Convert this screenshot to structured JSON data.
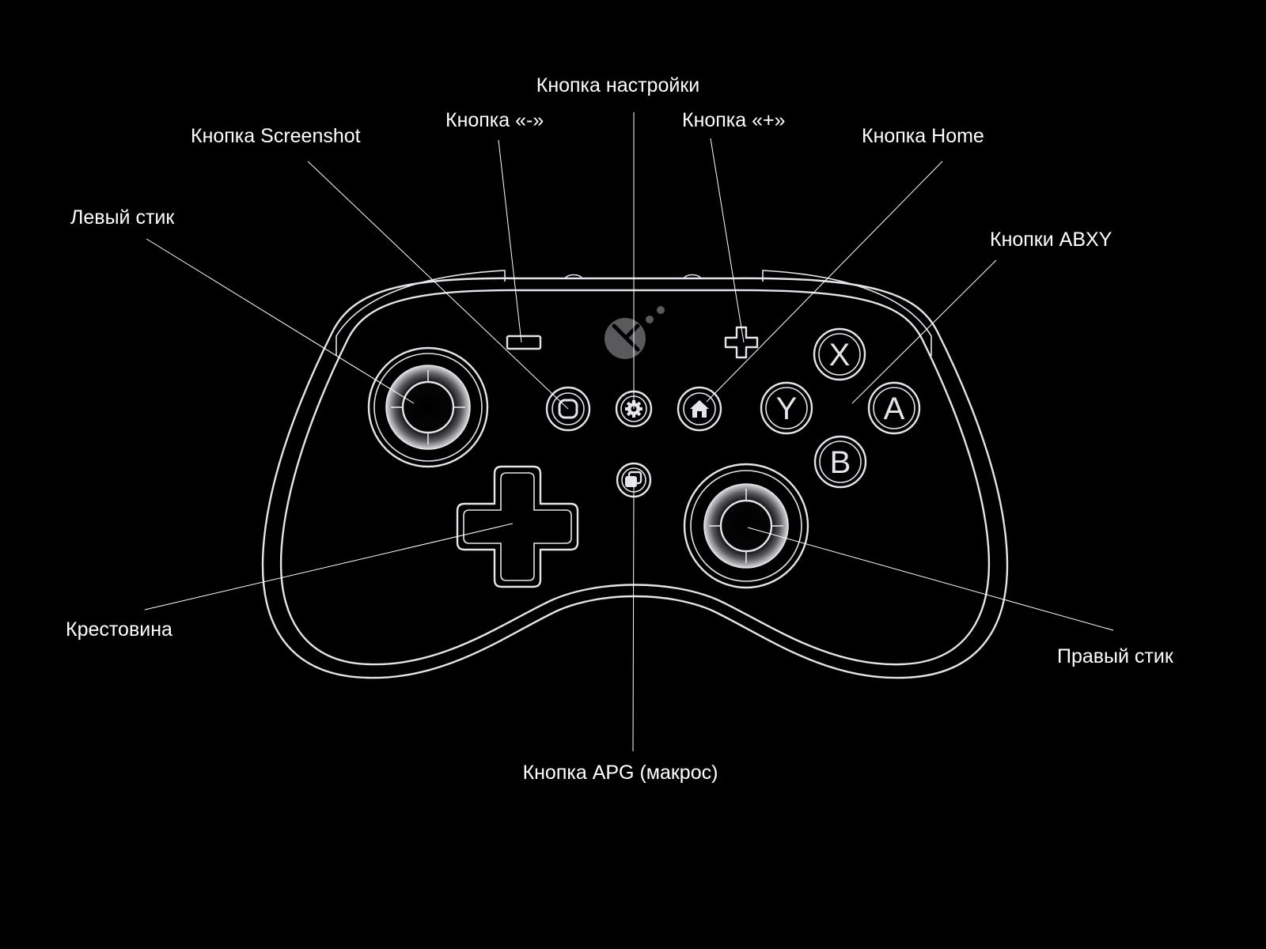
{
  "labels": {
    "settings": "Кнопка настройки",
    "minus": "Кнопка «-»",
    "plus": "Кнопка «+»",
    "screenshot": "Кнопка Screenshot",
    "home": "Кнопка Home",
    "left_stick": "Левый стик",
    "abxy": "Кнопки ABXY",
    "dpad": "Крестовина",
    "right_stick": "Правый стик",
    "apg": "Кнопка APG (макрос)"
  },
  "face_buttons": {
    "x": "X",
    "y": "Y",
    "a": "A",
    "b": "B"
  },
  "colors": {
    "background": "#000000",
    "outline": "#e4e4ea",
    "label": "#ffffff",
    "logo": "#5a5a5c"
  },
  "icons": {
    "screenshot": "screenshot-icon",
    "settings": "gear-icon",
    "home": "home-icon",
    "apg": "macro-icon",
    "minus": "minus-icon",
    "plus": "plus-icon"
  }
}
